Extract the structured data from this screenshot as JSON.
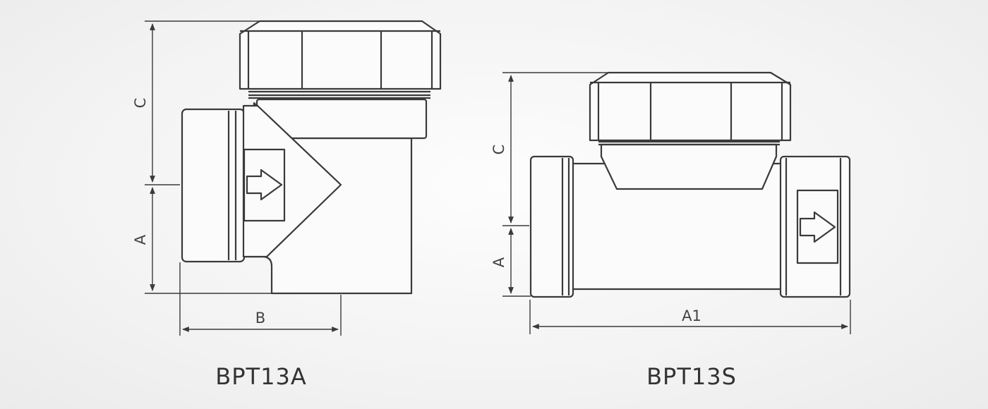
{
  "diagrams": [
    {
      "model": "BPT13A",
      "dims": {
        "C": "C",
        "A": "A",
        "B": "B"
      }
    },
    {
      "model": "BPT13S",
      "dims": {
        "C": "C",
        "A": "A",
        "A1": "A1"
      }
    }
  ],
  "colors": {
    "line": "#3a3a3a",
    "background": "#f3f3f3"
  },
  "icons": [
    "flow-arrow-icon"
  ]
}
